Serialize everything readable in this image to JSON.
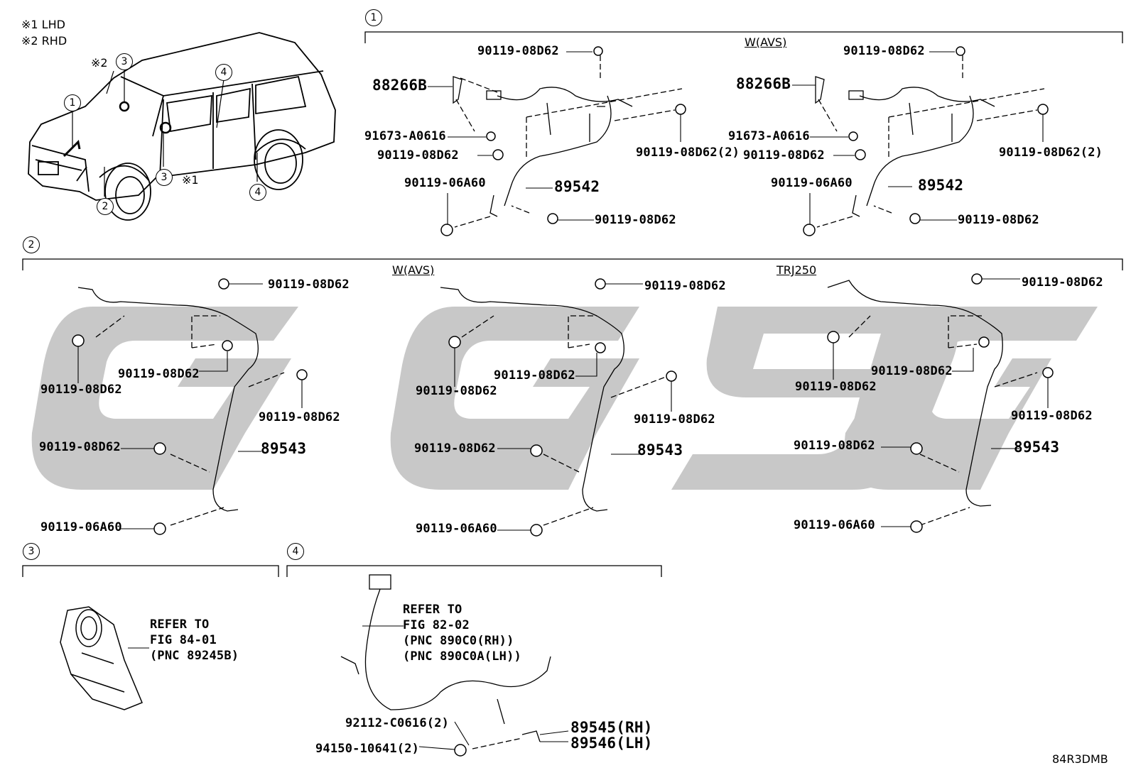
{
  "legend": {
    "lhd": "※1 LHD",
    "rhd": "※2 RHD"
  },
  "vehicle_markers": {
    "m1": "1",
    "m2": "2",
    "m3a": "3",
    "m3b": "3",
    "m4a": "4",
    "m4b": "4",
    "note2": "※2",
    "note1": "※1"
  },
  "sections": {
    "s1": "1",
    "s2": "2",
    "s3": "3",
    "s4": "4"
  },
  "s1": {
    "variant": "W(AVS)",
    "left": {
      "a": "90119-08D62",
      "b": "88266B",
      "c": "91673-A0616",
      "d": "90119-08D62",
      "e": "90119-08D62(2)",
      "f": "90119-06A60",
      "g": "89542",
      "h": "90119-08D62"
    },
    "right": {
      "a": "90119-08D62",
      "b": "88266B",
      "c": "91673-A0616",
      "d": "90119-08D62",
      "e": "90119-08D62(2)",
      "f": "90119-06A60",
      "g": "89542",
      "h": "90119-08D62"
    }
  },
  "s2": {
    "variant_mid": "W(AVS)",
    "variant_right": "TRJ250",
    "left": {
      "a": "90119-08D62",
      "b": "90119-08D62",
      "c": "90119-08D62",
      "d": "90119-08D62",
      "e": "90119-08D62",
      "f": "89543",
      "g": "90119-06A60"
    },
    "mid": {
      "a": "90119-08D62",
      "b": "90119-08D62",
      "c": "90119-08D62",
      "d": "90119-08D62",
      "e": "90119-08D62",
      "f": "89543",
      "g": "90119-06A60"
    },
    "right": {
      "a": "90119-08D62",
      "b": "90119-08D62",
      "c": "90119-08D62",
      "d": "90119-08D62",
      "e": "90119-08D62",
      "f": "89543",
      "g": "90119-06A60"
    }
  },
  "s3": {
    "refer_l1": "REFER TO",
    "refer_l2": "FIG 84-01",
    "refer_l3": "(PNC 89245B)"
  },
  "s4": {
    "refer_l1": "REFER TO",
    "refer_l2": "FIG 82-02",
    "refer_l3": "(PNC 890C0(RH))",
    "refer_l4": "(PNC 890C0A(LH))",
    "p1": "92112-C0616(2)",
    "p2": "94150-10641(2)",
    "p3": "89545(RH)",
    "p4": "89546(LH)"
  },
  "diagram_code": "84R3DMB"
}
